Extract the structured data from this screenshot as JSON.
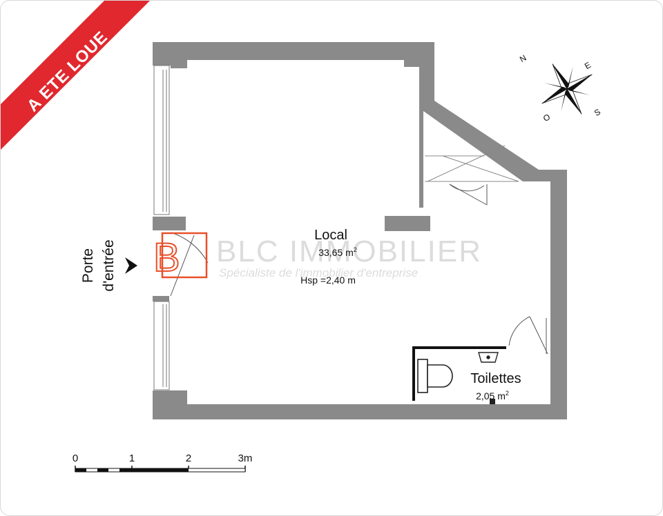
{
  "ribbon": {
    "text": "A ETE LOUE",
    "color": "#e0282e"
  },
  "rooms": {
    "local": {
      "name": "Local",
      "area": "33,65 m",
      "area_sup": "2",
      "height": "Hsp =2,40 m"
    },
    "toilets": {
      "name": "Toilettes",
      "area": "2,05 m",
      "area_sup": "2"
    }
  },
  "entrance": {
    "line1": "Porte",
    "line2": "d'entrée"
  },
  "compass": {
    "n": "N",
    "e": "E",
    "s": "S",
    "o": "O"
  },
  "scale": {
    "ticks": [
      "0",
      "1",
      "2",
      "3m"
    ]
  },
  "watermark": {
    "logo_letter": "B",
    "name": "BLC IMMOBILIER",
    "tagline": "Spécialiste de l'immobilier d'entreprise",
    "color": "#e8502a"
  },
  "colors": {
    "wall": "#8a8a8a"
  }
}
